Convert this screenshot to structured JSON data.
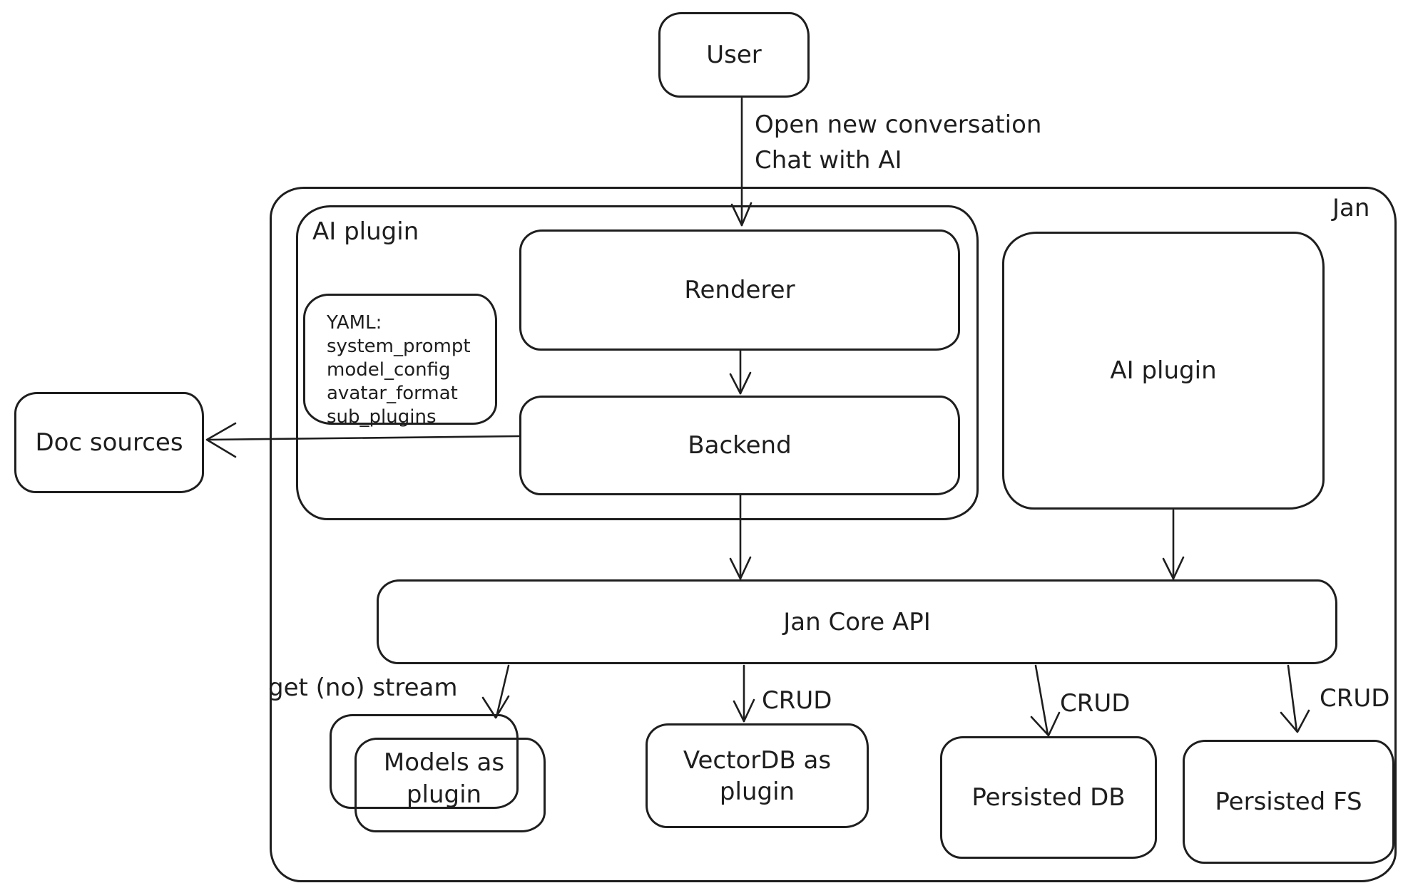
{
  "diagram": {
    "colors": {
      "stroke": "#1e1e1e",
      "background": "#ffffff"
    },
    "nodes": {
      "user": {
        "label": "User"
      },
      "jan_container": {
        "label": "Jan"
      },
      "ai_plugin_left": {
        "label": "AI plugin"
      },
      "renderer": {
        "label": "Renderer"
      },
      "backend": {
        "label": "Backend"
      },
      "yaml_note": {
        "line1": "YAML:",
        "line2": "system_prompt",
        "line3": "model_config",
        "line4": "avatar_format",
        "line5": "sub_plugins"
      },
      "doc_sources": {
        "label": "Doc sources"
      },
      "ai_plugin_right": {
        "label": "AI plugin"
      },
      "jan_core_api": {
        "label": "Jan Core API"
      },
      "models_as_plugin": {
        "line1": "Models as",
        "line2": "plugin"
      },
      "vectordb_as_plugin": {
        "line1": "VectorDB as",
        "line2": "plugin"
      },
      "persisted_db": {
        "label": "Persisted DB"
      },
      "persisted_fs": {
        "label": "Persisted FS"
      }
    },
    "edges": {
      "user_to_renderer": {
        "line1": "Open new conversation",
        "line2": "Chat with AI"
      },
      "core_to_models": {
        "label": "get (no) stream"
      },
      "core_to_vectordb": {
        "label": "CRUD"
      },
      "core_to_persisted_db": {
        "label": "CRUD"
      },
      "core_to_persisted_fs": {
        "label": "CRUD"
      }
    }
  }
}
